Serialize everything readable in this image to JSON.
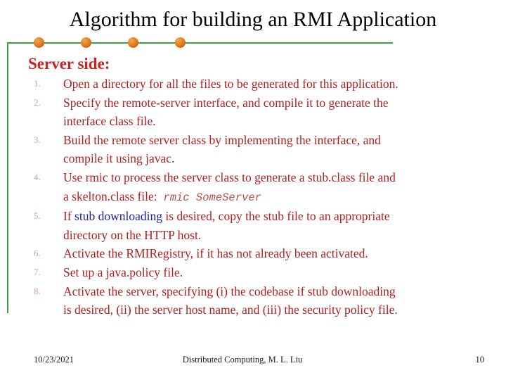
{
  "slide": {
    "title": "Algorithm for building an RMI Application",
    "heading": "Server side:"
  },
  "list": {
    "items": [
      {
        "num": "1.",
        "lines": [
          [
            {
              "t": "Open a directory for all the files to be generated for this application."
            }
          ]
        ]
      },
      {
        "num": "2.",
        "lines": [
          [
            {
              "t": "Specify the remote-server interface, and compile it to generate the"
            }
          ],
          [
            {
              "t": "interface class file."
            }
          ]
        ]
      },
      {
        "num": "3.",
        "lines": [
          [
            {
              "t": "Build the remote server class by implementing the interface, and"
            }
          ],
          [
            {
              "t": "compile it using javac."
            }
          ]
        ]
      },
      {
        "num": "4.",
        "lines": [
          [
            {
              "t": "Use rmic to process the server class to generate a stub.class file and"
            }
          ],
          [
            {
              "t": "a skelton.class file:  "
            },
            {
              "t": "rmic SomeServer",
              "s": "code"
            }
          ]
        ]
      },
      {
        "num": "5.",
        "lines": [
          [
            {
              "t": "If "
            },
            {
              "t": "stub downloading",
              "s": "blue"
            },
            {
              "t": " is desired, copy the stub file to an appropriate"
            }
          ],
          [
            {
              "t": "directory on the HTTP host."
            }
          ]
        ]
      },
      {
        "num": "6.",
        "lines": [
          [
            {
              "t": "Activate the RMIRegistry, if it has not already been activated."
            }
          ]
        ]
      },
      {
        "num": "7.",
        "lines": [
          [
            {
              "t": "Set up a java.policy file."
            }
          ]
        ]
      },
      {
        "num": "8.",
        "lines": [
          [
            {
              "t": "Activate the server, specifying (i) the codebase if stub downloading"
            }
          ],
          [
            {
              "t": "is desired, (ii) the server host name, and (iii) the security policy file."
            }
          ]
        ]
      }
    ]
  },
  "footer": {
    "date": "10/23/2021",
    "center": "Distributed Computing, M. L. Liu",
    "page": "10"
  },
  "colors": {
    "title_black": "#000000",
    "heading_red": "#cc2222",
    "body_red": "#b22020",
    "link_blue": "#22229e",
    "number_plum": "#cc99cc",
    "code_red": "#b85050",
    "line_green": "#3aa53a",
    "footer_black": "#1a1a1a"
  }
}
